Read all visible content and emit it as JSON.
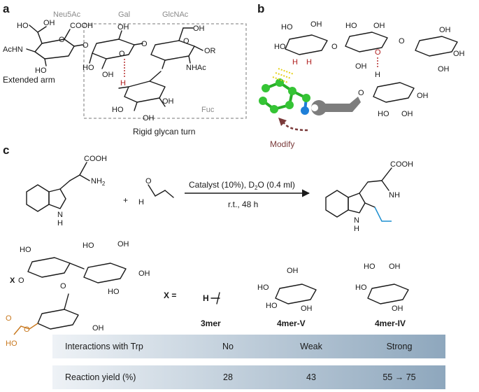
{
  "panels": {
    "a": "a",
    "b": "b",
    "c": "c"
  },
  "panel_a": {
    "neu5ac": "Neu5Ac",
    "gal": "Gal",
    "glcnac": "GlcNAc",
    "fuc": "Fuc",
    "acHN": "AcHN",
    "cooh": "COOH",
    "oh": "OH",
    "ho": "HO",
    "o": "O",
    "or": "OR",
    "nhac": "NHAc",
    "h": "H",
    "extended_arm": "Extended arm",
    "rigid_turn": "Rigid glycan turn"
  },
  "panel_b": {
    "modify": "Modify",
    "h": "H",
    "ho": "HO",
    "oh": "OH",
    "o": "O"
  },
  "panel_c": {
    "cooh": "COOH",
    "nh2": "NH",
    "nh2_sub": "2",
    "nh": "N",
    "h": "H",
    "o": "O",
    "plus": "+",
    "nh_product": "NH",
    "catalyst": "Catalyst (10%), D",
    "catalyst_sub": "2",
    "catalyst_rest": "O (0.4 ml)",
    "conditions": "r.t., 48 h",
    "x": "X",
    "x_eq": "X =",
    "oh": "OH",
    "ho": "HO",
    "labels": [
      "3mer",
      "4mer-V",
      "4mer-IV"
    ]
  },
  "table": {
    "rows": [
      {
        "label": "Interactions with Trp",
        "values": [
          "No",
          "Weak",
          "Strong"
        ]
      },
      {
        "label": "Reaction yield (%)",
        "values": [
          "28",
          "43",
          "55 → 75"
        ]
      }
    ]
  },
  "colors": {
    "neu5ac": "#cdb6e6",
    "gal": "#f3e08a",
    "glcnac": "#a9c6ea",
    "fuc": "#f08a80",
    "red_dash": "#b02020",
    "green_sugar": "#b9e3b0",
    "orange": "#c8781e",
    "blue_chain": "#1e8fd0",
    "modify": "#7a3a3a",
    "table_start": "#dde6ee",
    "table_end": "#8ea7bd"
  },
  "icons": [
    "wrench-icon",
    "indole-ball-model-icon",
    "curved-arrow-icon",
    "sugar-ring-icon"
  ]
}
